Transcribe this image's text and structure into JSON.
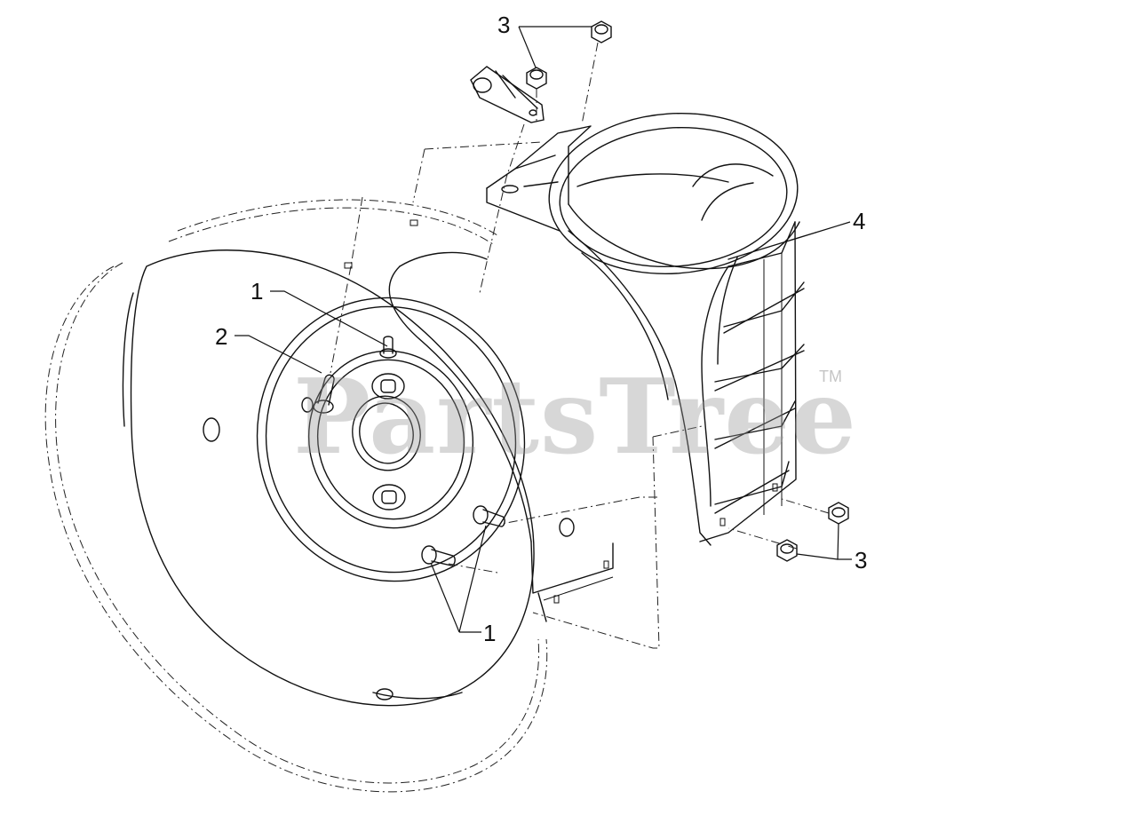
{
  "watermark": {
    "text": "PartsTree",
    "trademark": "TM"
  },
  "callouts": [
    {
      "id": "c3-top",
      "label": "3"
    },
    {
      "id": "c4",
      "label": "4"
    },
    {
      "id": "c1-upper",
      "label": "1"
    },
    {
      "id": "c2",
      "label": "2"
    },
    {
      "id": "c3-bottom",
      "label": "3"
    },
    {
      "id": "c1-lower",
      "label": "1"
    }
  ]
}
